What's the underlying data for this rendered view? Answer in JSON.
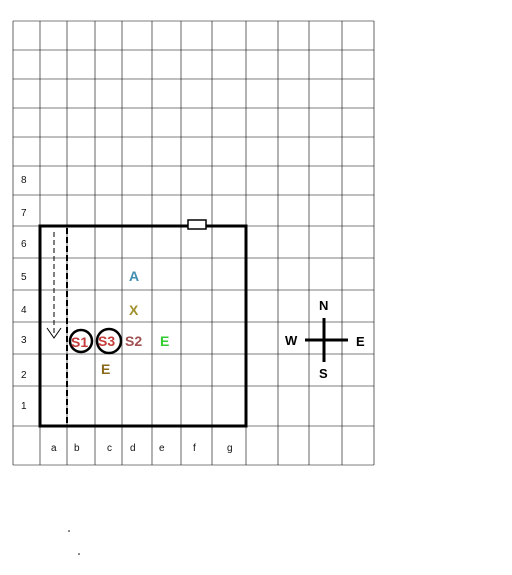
{
  "row_labels": [
    "1",
    "2",
    "3",
    "4",
    "5",
    "6",
    "7",
    "8"
  ],
  "col_labels": [
    "a",
    "b",
    "c",
    "d",
    "e",
    "f",
    "g"
  ],
  "pieces": {
    "A": {
      "text": "A",
      "color": "#3f8fb0"
    },
    "X": {
      "text": "X",
      "color": "#a0902a"
    },
    "S1": {
      "text": "S1",
      "color": "#c43c3c"
    },
    "S3": {
      "text": "S3",
      "color": "#c43c3c"
    },
    "S2": {
      "text": "S2",
      "color": "#a05050"
    },
    "E_green": {
      "text": "E",
      "color": "#33cc33"
    },
    "E_brown": {
      "text": "E",
      "color": "#8a6a1a"
    }
  },
  "compass": {
    "n": "N",
    "s": "S",
    "e": "E",
    "w": "W"
  },
  "colors": {
    "grid": "#000000",
    "field": "#000000"
  }
}
